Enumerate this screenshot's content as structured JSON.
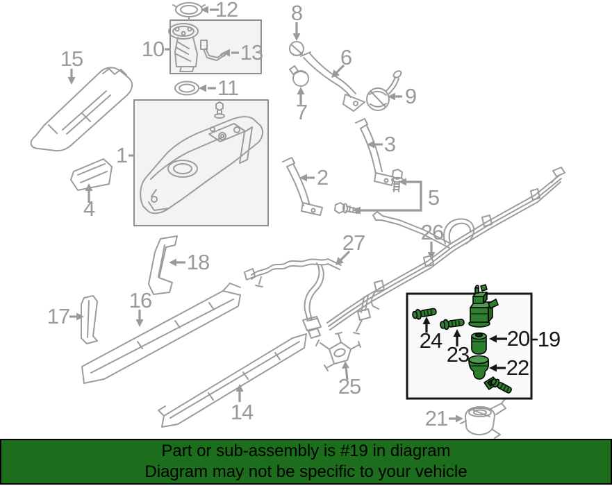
{
  "diagram": {
    "type": "exploded-parts-diagram",
    "subject": "fuel-system-components",
    "line_color": "#9b9b9b",
    "label_color": "#9a9a9a",
    "highlight_label_color": "#161616",
    "highlight_part_color": "#2f7d2f",
    "highlighted_parts": [
      "19",
      "20",
      "22",
      "23",
      "24"
    ]
  },
  "parts": {
    "p1": "1",
    "p2": "2",
    "p3": "3",
    "p4": "4",
    "p5": "5",
    "p6": "6",
    "p7": "7",
    "p8": "8",
    "p9": "9",
    "p10": "10",
    "p11": "11",
    "p12": "12",
    "p13": "13",
    "p14": "14",
    "p15": "15",
    "p16": "16",
    "p17": "17",
    "p18": "18",
    "p19": "19",
    "p20": "20",
    "p21": "21",
    "p22": "22",
    "p23": "23",
    "p24": "24",
    "p25": "25",
    "p26": "26",
    "p27": "27"
  },
  "banner": {
    "line1": "Part or sub-assembly is #19 in diagram",
    "line2": "Diagram may not be specific to your vehicle",
    "background_color": "#1c6d1c",
    "text_color": "#000000"
  }
}
